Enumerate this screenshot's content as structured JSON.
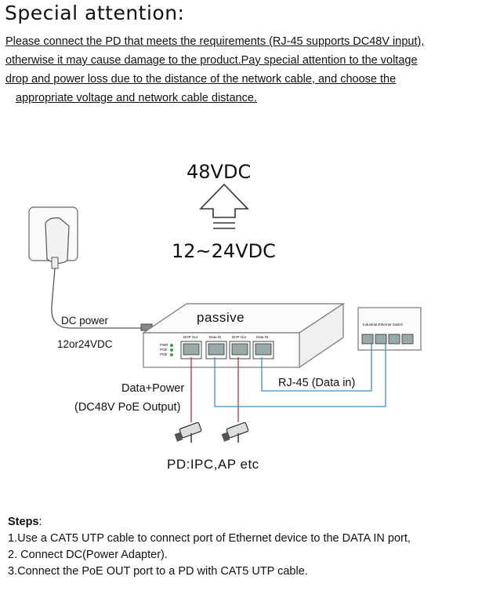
{
  "heading": "Special attention:",
  "note_lines": [
    "Please connect the PD that meets the requirements (RJ-45 supports DC48V input),",
    "otherwise it may cause damage to the product.Pay special attention to the voltage",
    "drop and power loss due to the distance of the network cable, and choose the",
    "appropriate voltage and network cable distance."
  ],
  "diagram": {
    "output_voltage": "48VDC",
    "input_voltage": "12~24VDC",
    "dc_power": "DC power",
    "dc_voltage": "12or24VDC",
    "device_label": "passive",
    "port_labels": [
      "DHP Out",
      "Data IN",
      "DHP Out",
      "Data IN"
    ],
    "led_labels": [
      "PWR",
      "POE",
      "POE"
    ],
    "switch_label": "Industrial Ethernet Switch",
    "data_power": "Data+Power",
    "poe_output": "(DC48V PoE Output)",
    "rj45": "RJ-45 (Data in)",
    "pd_label": "PD:IPC,AP etc"
  },
  "steps": {
    "heading": "Steps",
    "colon": ":",
    "items": [
      "1.Use a CAT5 UTP cable to connect port of Ethernet device to the DATA IN port,",
      "2. Connect DC(Power Adapter).",
      "3.Connect the PoE OUT port to a PD with CAT5 UTP cable."
    ]
  },
  "colors": {
    "poe_cable": "#c0303a",
    "data_cable": "#3a8fc8"
  }
}
